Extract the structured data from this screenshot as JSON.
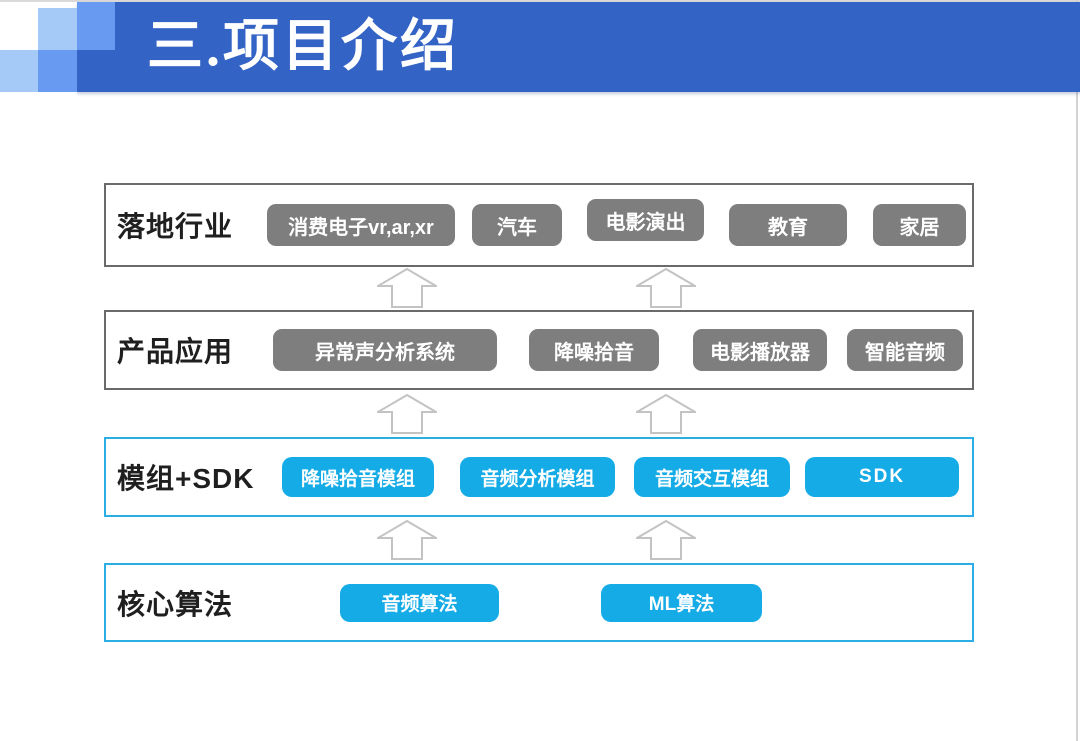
{
  "header": {
    "title": "三.项目介绍"
  },
  "colors": {
    "accent_blue": "#3463c6",
    "blue_mid": "#679af0",
    "blue_light": "#a6caf8",
    "pill_grey": "#7e7e7e",
    "grey_border": "#6a6a6a",
    "cyan": "#14abe6",
    "cyan_border": "#2bade6",
    "arrow_grey": "#c3c3c3",
    "text_dark": "#1f1f1f"
  },
  "diagram": {
    "layers": [
      {
        "label": "落地行业",
        "theme": "grey",
        "pills": [
          "消费电子vr,ar,xr",
          "汽车",
          "电影演出",
          "教育",
          "家居"
        ]
      },
      {
        "label": "产品应用",
        "theme": "grey",
        "pills": [
          "异常声分析系统",
          "降噪拾音",
          "电影播放器",
          "智能音频"
        ]
      },
      {
        "label": "模组+SDK",
        "theme": "cyan",
        "pills": [
          "降噪拾音模组",
          "音频分析模组",
          "音频交互模组",
          "SDK"
        ]
      },
      {
        "label": "核心算法",
        "theme": "cyan",
        "pills": [
          "音频算法",
          "ML算法"
        ]
      }
    ]
  }
}
